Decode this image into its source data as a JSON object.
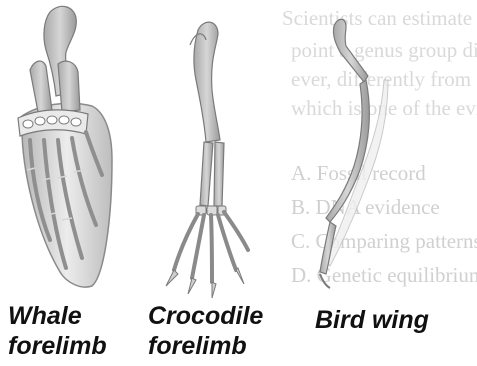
{
  "background_text": {
    "line1": "Scientists can estimate more accurately",
    "line2": "point a genus group diverged from",
    "line3": "ever, differently from one another",
    "line4": "which is one of the evidence of",
    "options": [
      "A. Fossil record",
      "B. DNA evidence",
      "C. Comparing patterns",
      "D. Genetic equilibrium"
    ]
  },
  "captions": {
    "whale": {
      "line1": "Whale",
      "line2": "forelimb"
    },
    "crocodile": {
      "line1": "Crocodile",
      "line2": "forelimb"
    },
    "bird": {
      "line1": "Bird wing"
    }
  },
  "colors": {
    "bone": "#c9c9c9",
    "bone_outline": "#7a7a7a",
    "fin_skin": "#e3e3e3",
    "caption": "#111111"
  }
}
